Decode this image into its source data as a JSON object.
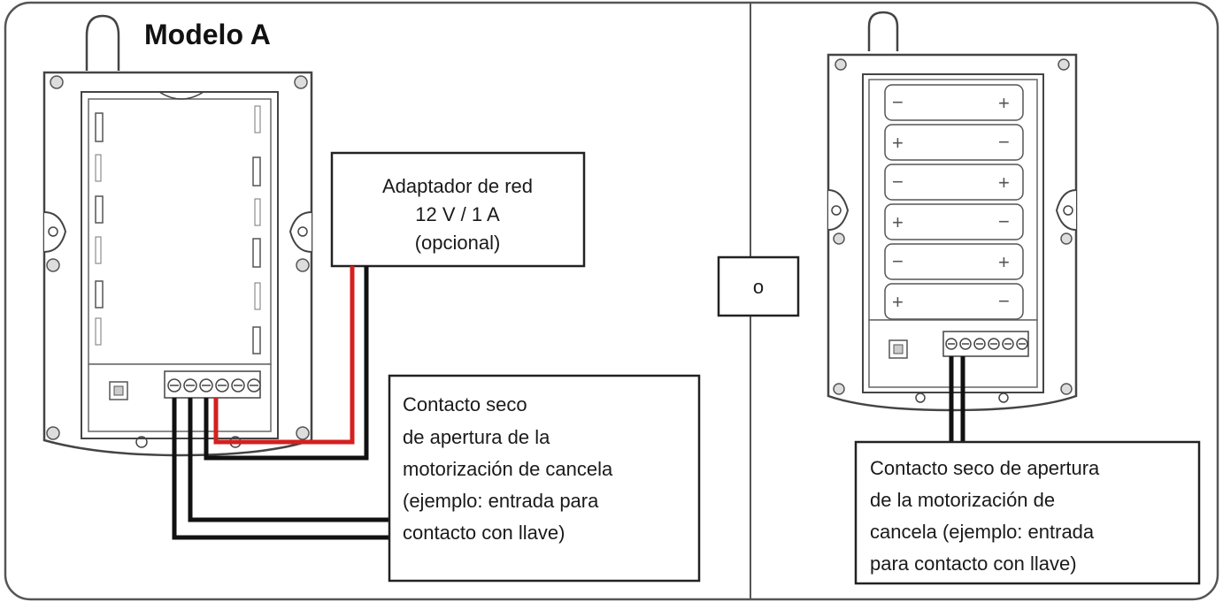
{
  "left_panel": {
    "title": "Modelo A",
    "adapter_box": {
      "lines": [
        "Adaptador de red",
        "12 V / 1 A",
        "(opcional)"
      ]
    },
    "contact_box": {
      "lines": [
        "Contacto seco",
        "de apertura de la",
        "motorización de cancela",
        "(ejemplo: entrada para",
        "contacto con llave)"
      ]
    }
  },
  "separator": {
    "label": "o"
  },
  "right_panel": {
    "contact_box": {
      "lines": [
        "Contacto seco de apertura",
        "de la motorización de",
        "cancela (ejemplo: entrada",
        "para contacto con llave)"
      ]
    },
    "battery_signs": {
      "plus": "+",
      "minus": "−"
    }
  },
  "colors": {
    "wire_red": "#d42020",
    "wire_black": "#111111",
    "outline": "#333333"
  }
}
